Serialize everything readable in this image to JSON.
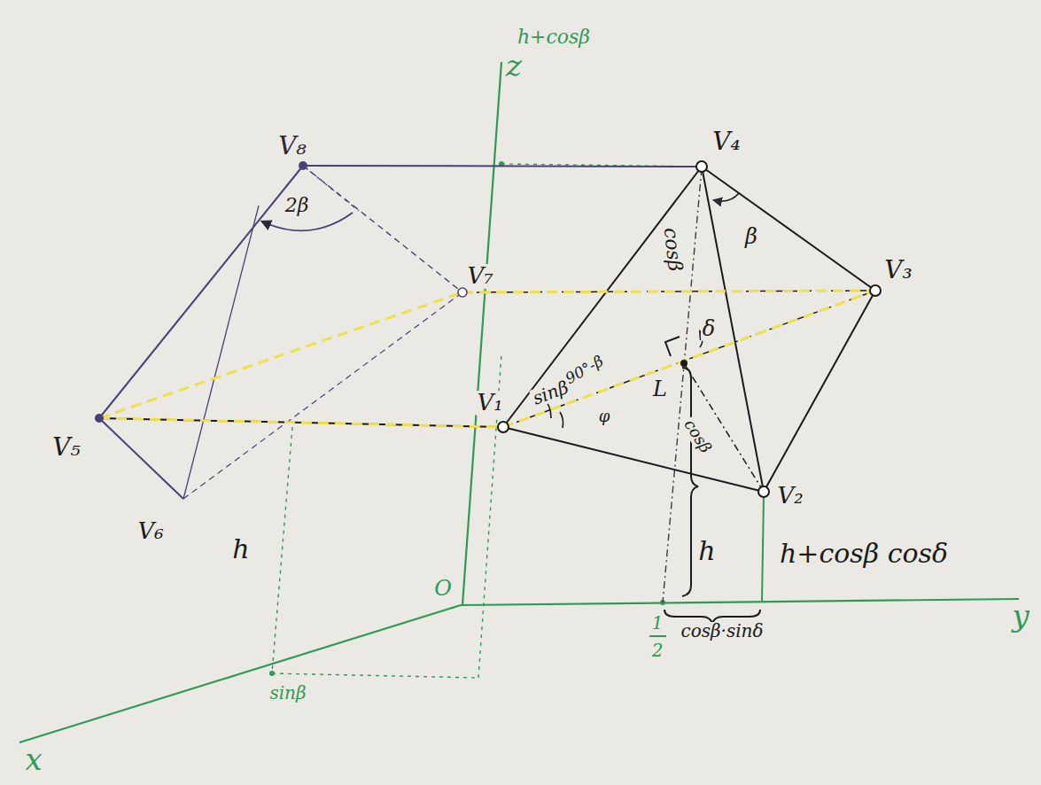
{
  "diagram": {
    "labels": [
      "z",
      "h+cosβ",
      "V₈",
      "2β",
      "V₄",
      "β",
      "cosβ",
      "V₇",
      "V₃",
      "δ",
      "L",
      "V₁",
      "90°-β",
      "sinβ",
      "φ",
      "cosβ",
      "V₂",
      "h",
      "h+cosβ cosδ",
      "V₅",
      "V₆",
      "h",
      "O",
      "1",
      "2",
      "cosβ·sinδ",
      "sinβ",
      "x",
      "y"
    ]
  }
}
